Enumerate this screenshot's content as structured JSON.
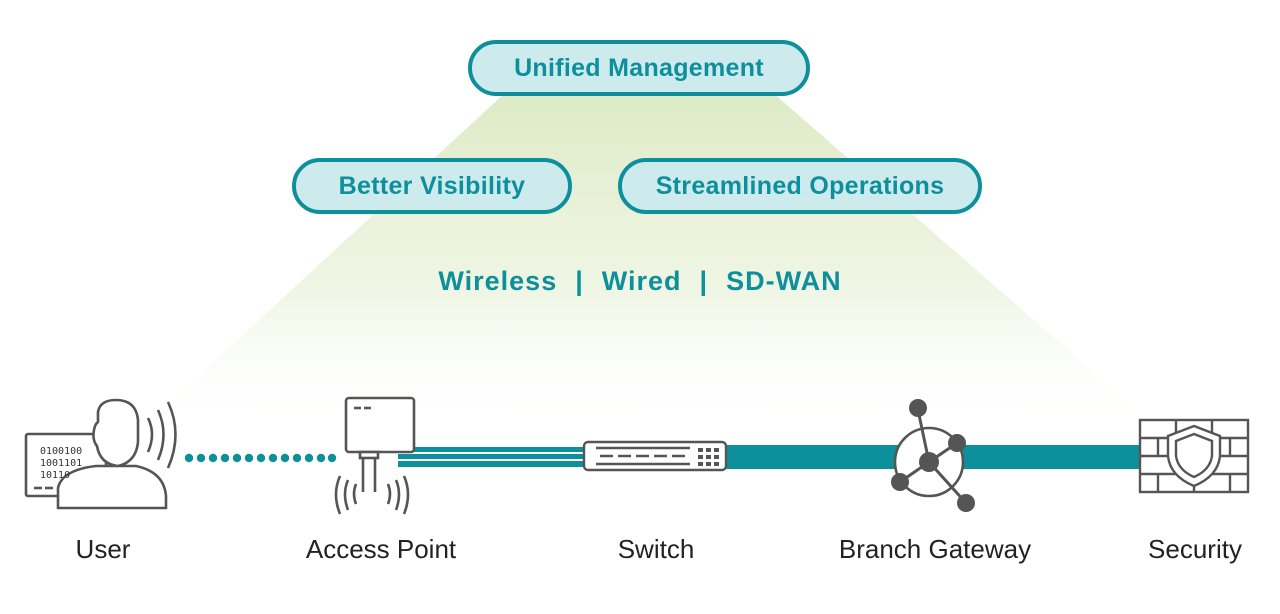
{
  "pills": {
    "unified": "Unified Management",
    "visibility": "Better Visibility",
    "operations": "Streamlined Operations"
  },
  "technologies": {
    "wireless": "Wireless",
    "wired": "Wired",
    "sdwan": "SD-WAN",
    "separator": "|"
  },
  "devices": {
    "user": "User",
    "access_point": "Access Point",
    "switch": "Switch",
    "branch_gateway": "Branch Gateway",
    "security": "Security"
  },
  "computer_screen_text": [
    "0100100",
    "1001101",
    "10110"
  ],
  "colors": {
    "accent": "#0d8f9c",
    "pill_fill": "#cdeaec",
    "beam": "#e4efcf",
    "icon_stroke": "#555555",
    "text": "#222222"
  }
}
